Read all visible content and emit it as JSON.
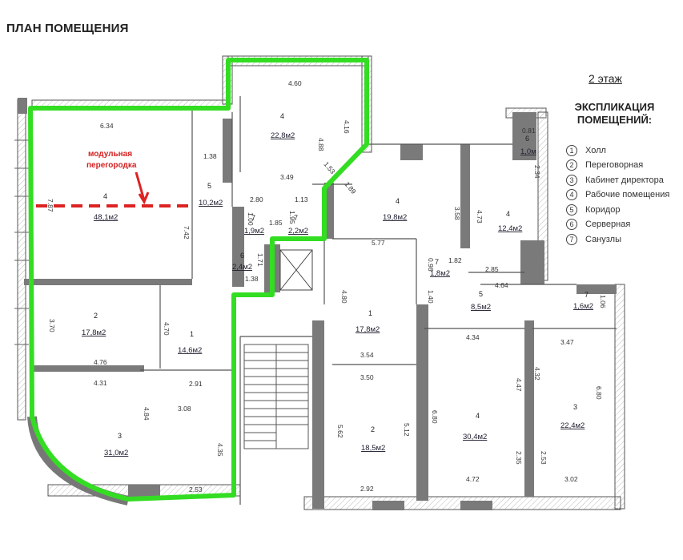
{
  "title": "ПЛАН ПОМЕЩЕНИЯ",
  "floor": "2 этаж",
  "legend": {
    "title_line1": "ЭКСПЛИКАЦИЯ",
    "title_line2": "ПОМЕЩЕНИЙ:",
    "items": [
      {
        "num": "1",
        "label": "Холл"
      },
      {
        "num": "2",
        "label": "Переговорная"
      },
      {
        "num": "3",
        "label": "Кабинет директора"
      },
      {
        "num": "4",
        "label": "Рабочие помещения"
      },
      {
        "num": "5",
        "label": "Коридор"
      },
      {
        "num": "6",
        "label": "Серверная"
      },
      {
        "num": "7",
        "label": "Санузлы"
      }
    ]
  },
  "annotation": {
    "line1": "модульная",
    "line2": "перегородка"
  },
  "colors": {
    "highlight": "#33dd22",
    "partition": "#dd2222",
    "wall": "#7a7a7a"
  },
  "rooms": {
    "r4a": {
      "num": "4",
      "area": "22,8м2"
    },
    "r4b": {
      "num": "4",
      "area": "48,1м2"
    },
    "r5a": {
      "num": "5",
      "area": "10,2м2"
    },
    "r7a": {
      "num": "7",
      "area": "1,9м2"
    },
    "r7b": {
      "num": "7",
      "area": "2,2м2"
    },
    "r6a": {
      "num": "6",
      "area": "2,4м2"
    },
    "r2a": {
      "num": "2",
      "area": "17,8м2"
    },
    "r1a": {
      "num": "1",
      "area": "14,6м2"
    },
    "r3a": {
      "num": "3",
      "area": "31,0м2"
    },
    "r4c": {
      "num": "4",
      "area": "19,8м2"
    },
    "r4d": {
      "num": "4",
      "area": "12,4м2"
    },
    "r6b": {
      "num": "6",
      "area": "1,0м"
    },
    "r7c": {
      "num": "7",
      "area": "1,8м2"
    },
    "r5b": {
      "num": "5",
      "area": "8,5м2"
    },
    "r7d": {
      "num": "7",
      "area": "1,6м2"
    },
    "r1b": {
      "num": "1",
      "area": "17,8м2"
    },
    "r2b": {
      "num": "2",
      "area": "18,5м2"
    },
    "r4e": {
      "num": "4",
      "area": "30,4м2"
    },
    "r3b": {
      "num": "3",
      "area": "22,4м2"
    }
  },
  "dims": {
    "d_634": "6.34",
    "d_460": "4.60",
    "d_416": "4.16",
    "d_488": "4.88",
    "d_138a": "1.38",
    "d_349": "3.49",
    "d_153": "1.53",
    "d_189": "1.89",
    "d_787": "7.87",
    "d_742": "7.42",
    "d_280": "2.80",
    "d_113": "1.13",
    "d_100": "1.00",
    "d_185": "1.85",
    "d_195": "1.95",
    "d_171": "1.71",
    "d_138b": "1.38",
    "d_370": "3.70",
    "d_470": "4.70",
    "d_476": "4.76",
    "d_431": "4.31",
    "d_291": "2.91",
    "d_484": "4.84",
    "d_308": "3.08",
    "d_435": "4.35",
    "d_253": "2.53",
    "d_358": "3.58",
    "d_577": "5.77",
    "d_473": "4.73",
    "d_234": "2.34",
    "d_081": "0.81",
    "d_098": "0.98",
    "d_182": "1.82",
    "d_285": "2.85",
    "d_464": "4.64",
    "d_140": "1.40",
    "d_480": "4.80",
    "d_106": "1.06",
    "d_354": "3.54",
    "d_350": "3.50",
    "d_434": "4.34",
    "d_447": "4.47",
    "d_347": "3.47",
    "d_432": "4.32",
    "d_680a": "6.80",
    "d_680b": "6.80",
    "d_562": "5.62",
    "d_512": "5.12",
    "d_292": "2.92",
    "d_235": "2.35",
    "d_253b": "2.53",
    "d_472": "4.72",
    "d_302": "3.02"
  }
}
